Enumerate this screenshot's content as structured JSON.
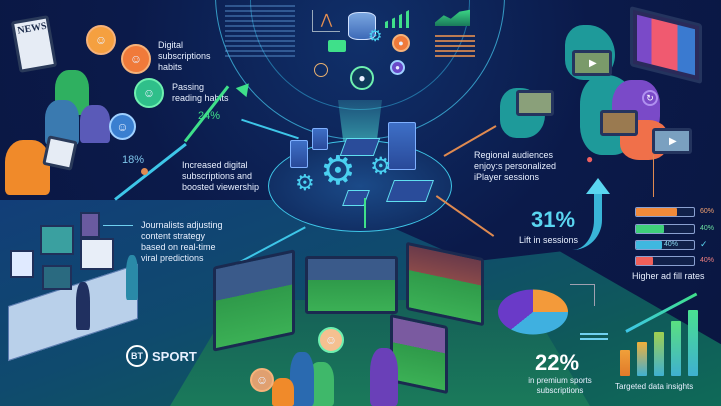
{
  "infographic": {
    "brand": {
      "logo_mark": "BT",
      "logo_word": "SPORT"
    },
    "left_top": {
      "newspaper_label": "NEWS",
      "callouts": [
        {
          "text": "Digital subscriptions habits"
        },
        {
          "text": "Passing reading habits"
        }
      ],
      "growth": {
        "start_pct": "18%",
        "end_pct": "24%",
        "caption": "Increased digital subscriptions and boosted viewership"
      }
    },
    "left_mid": {
      "caption": "Journalists adjusting content strategy based on real-time viral predictions"
    },
    "right_top": {
      "caption": "Regional audiences enjoy:s personalized iPlayer sessions"
    },
    "right_mid": {
      "lift": {
        "value": "31%",
        "label": "Lift in sessions"
      },
      "ad_fill": {
        "title": "Higher ad fill rates",
        "bars": [
          {
            "label": "60%",
            "fill": 60,
            "color": "#f08a3a"
          },
          {
            "label": "40%",
            "fill": 40,
            "color": "#3fd07a"
          },
          {
            "label": "40%",
            "fill": 40,
            "color": "#3fb8e0",
            "check": "✓"
          },
          {
            "label": "40%",
            "fill": 40,
            "color": "#f0605a"
          }
        ]
      }
    },
    "right_bottom": {
      "premium": {
        "value": "22%",
        "label": "in premium sports subscriptions"
      },
      "insights": {
        "label": "Targeted data insights"
      }
    },
    "colors": {
      "bg_dark": "#0b1a4a",
      "accent_cyan": "#3ec6e8",
      "accent_green": "#3fe08a",
      "accent_orange": "#f08a3a"
    }
  }
}
